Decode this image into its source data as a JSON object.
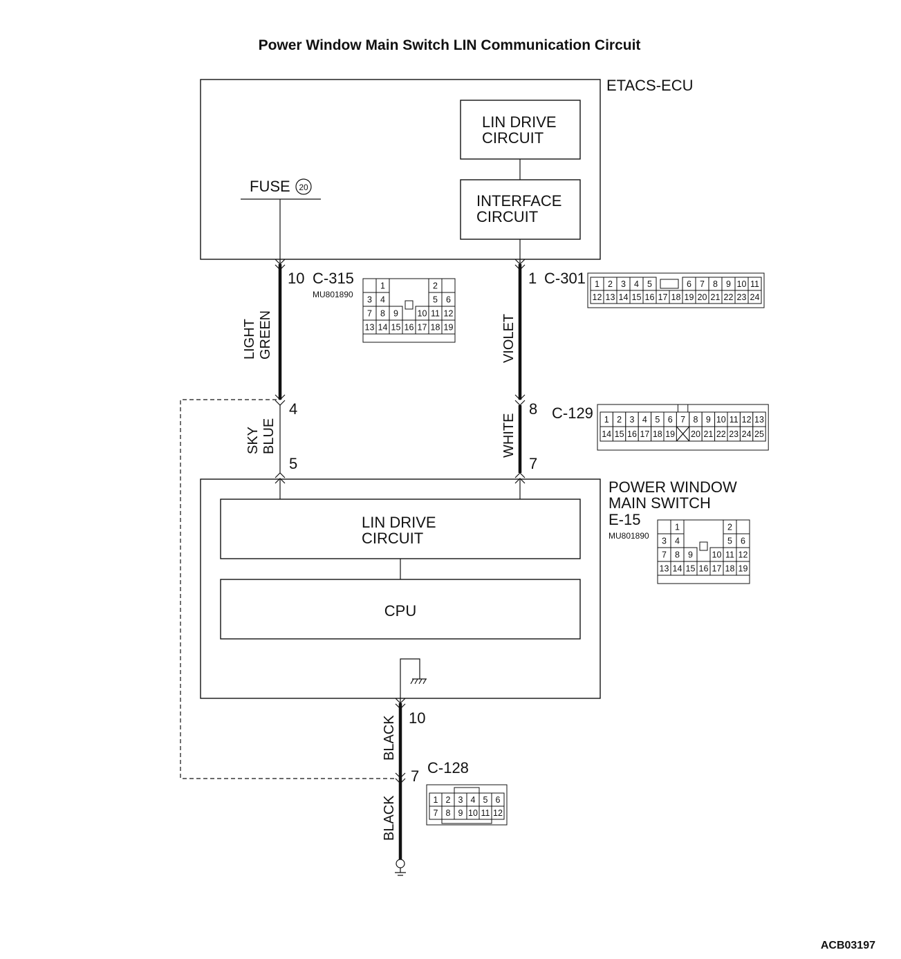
{
  "title": "Power Window Main Switch LIN Communication Circuit",
  "figure_code": "ACB03197",
  "etacs": {
    "name": "ETACS-ECU",
    "lin_drive": [
      "LIN DRIVE",
      "CIRCUIT"
    ],
    "interface": [
      "INTERFACE",
      "CIRCUIT"
    ],
    "fuse_label": "FUSE",
    "fuse_number": "20"
  },
  "switch_unit": {
    "name": [
      "POWER WINDOW",
      "MAIN SWITCH"
    ],
    "connector": "E-15",
    "part": "MU801890",
    "lin_drive": [
      "LIN DRIVE",
      "CIRCUIT"
    ],
    "cpu": "CPU"
  },
  "wires": {
    "light_green": [
      "LIGHT",
      "GREEN"
    ],
    "violet": "VIOLET",
    "sky_blue": [
      "SKY",
      "BLUE"
    ],
    "white": "WHITE",
    "black_upper": "BLACK",
    "black_lower": "BLACK"
  },
  "connectors": {
    "c315": {
      "pin": "10",
      "name": "C-315",
      "part": "MU801890"
    },
    "c301": {
      "pin": "1",
      "name": "C-301"
    },
    "c129": {
      "name": "C-129"
    },
    "c128": {
      "name": "C-128"
    }
  },
  "pin_numbers": {
    "left_top": "4",
    "left_bottom": "5",
    "right_top": "8",
    "right_bottom": "7",
    "ground_top": "10",
    "ground_bottom": "7"
  },
  "pinouts": {
    "mu801890": {
      "row1": [
        "1",
        "2"
      ],
      "row2": [
        "3",
        "4",
        "5",
        "6"
      ],
      "row3": [
        "7",
        "8",
        "9",
        "10",
        "11",
        "12"
      ],
      "row4": [
        "13",
        "14",
        "15",
        "16",
        "17",
        "18",
        "19"
      ]
    },
    "c301": {
      "top": [
        "1",
        "2",
        "3",
        "4",
        "5",
        "6",
        "7",
        "8",
        "9",
        "10",
        "11"
      ],
      "bottom": [
        "12",
        "13",
        "14",
        "15",
        "16",
        "17",
        "18",
        "19",
        "20",
        "21",
        "22",
        "23",
        "24"
      ]
    },
    "c129": {
      "top": [
        "1",
        "2",
        "3",
        "4",
        "5",
        "6",
        "7",
        "8",
        "9",
        "10",
        "11",
        "12",
        "13"
      ],
      "bottom": [
        "14",
        "15",
        "16",
        "17",
        "18",
        "19",
        "20",
        "21",
        "22",
        "23",
        "24",
        "25"
      ]
    },
    "c128": {
      "top": [
        "1",
        "2",
        "3",
        "4",
        "5",
        "6"
      ],
      "bottom": [
        "7",
        "8",
        "9",
        "10",
        "11",
        "12"
      ]
    }
  }
}
